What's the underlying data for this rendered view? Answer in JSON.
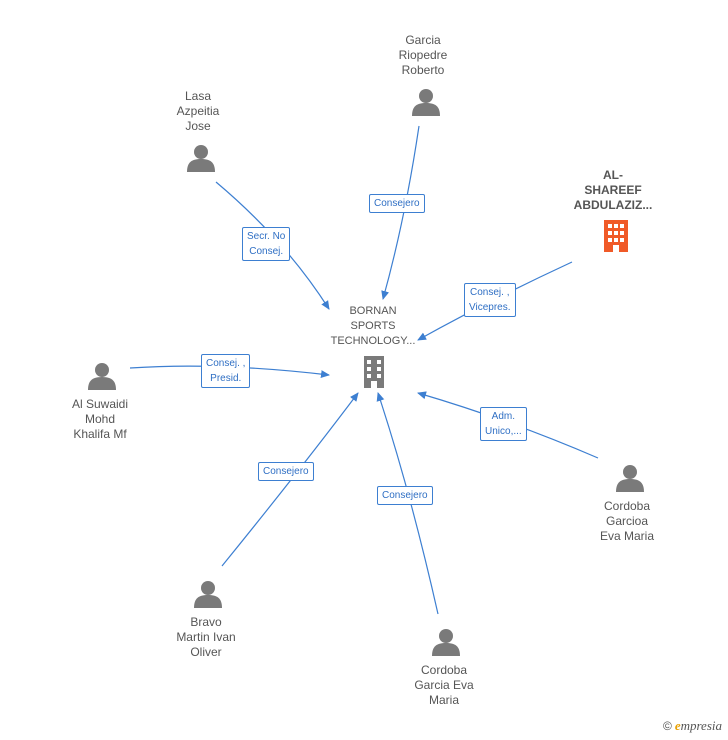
{
  "center": {
    "label": "BORNAN\nSPORTS\nTECHNOLOGY..."
  },
  "nodes": [
    {
      "id": "garcia-riopedre",
      "label": "Garcia\nRiopedre\nRoberto",
      "type": "person"
    },
    {
      "id": "lasa",
      "label": "Lasa\nAzpeitia\nJose",
      "type": "person"
    },
    {
      "id": "al-shareef",
      "label": "AL-\nSHAREEF\nABDULAZIZ...",
      "type": "company"
    },
    {
      "id": "al-suwaidi",
      "label": "Al Suwaidi\nMohd\nKhalifa Mf",
      "type": "person"
    },
    {
      "id": "cordoba-garcioa",
      "label": "Cordoba\nGarcioa\nEva Maria",
      "type": "person"
    },
    {
      "id": "bravo",
      "label": "Bravo\nMartin Ivan\nOliver",
      "type": "person"
    },
    {
      "id": "cordoba-garcia",
      "label": "Cordoba\nGarcia Eva\nMaria",
      "type": "person"
    }
  ],
  "edges": [
    {
      "from": "garcia-riopedre",
      "label": "Consejero"
    },
    {
      "from": "lasa",
      "label": "Secr.  No\nConsej."
    },
    {
      "from": "al-shareef",
      "label": "Consej. ,\nVicepres."
    },
    {
      "from": "al-suwaidi",
      "label": "Consej. ,\nPresid."
    },
    {
      "from": "cordoba-garcioa",
      "label": "Adm.\nUnico,..."
    },
    {
      "from": "bravo",
      "label": "Consejero"
    },
    {
      "from": "cordoba-garcia",
      "label": "Consejero"
    }
  ],
  "colors": {
    "edge": "#3d7fd1",
    "person": "#7a7a7a",
    "company_center": "#7a7a7a",
    "company_highlight": "#f05a28"
  },
  "footer": {
    "copyright": "©",
    "brand": "mpresia",
    "brand_initial": "e"
  }
}
